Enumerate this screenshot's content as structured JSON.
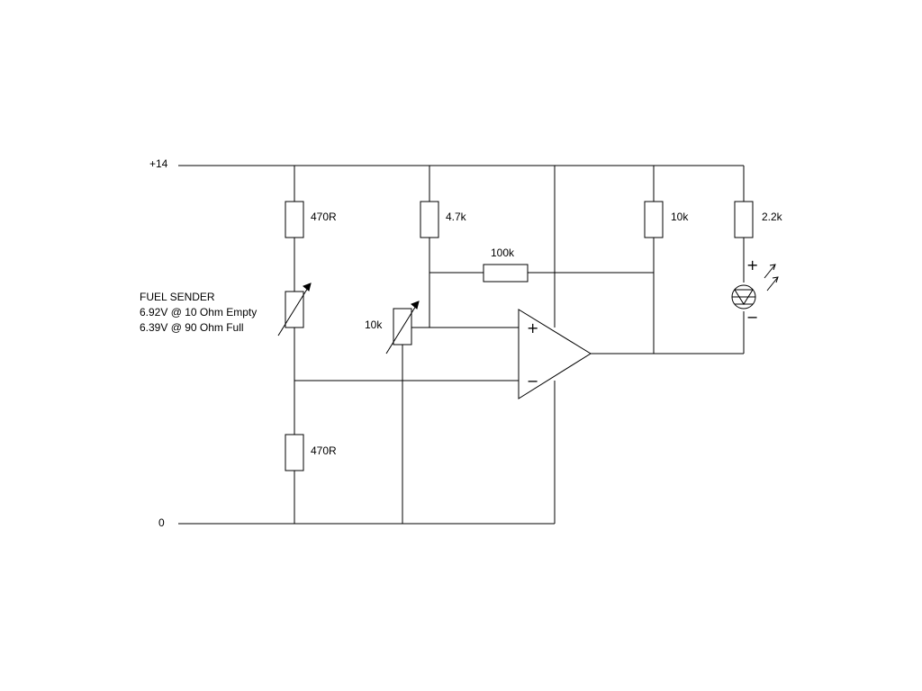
{
  "rails": {
    "supply": "+14",
    "ground": "0"
  },
  "resistors": {
    "r_top_left": "470R",
    "r_bottom_left": "470R",
    "r_pullup": "4.7k",
    "r_feedback": "100k",
    "r_output": "10k",
    "r_led": "2.2k"
  },
  "trimmer": {
    "label": "10k"
  },
  "sender": {
    "title": "FUEL SENDER",
    "line1": "6.92V @ 10 Ohm Empty",
    "line2": "6.39V @ 90 Ohm Full"
  },
  "opamp": {
    "plus": "+",
    "minus": "−"
  },
  "led": {
    "plus": "+",
    "minus": "−"
  }
}
